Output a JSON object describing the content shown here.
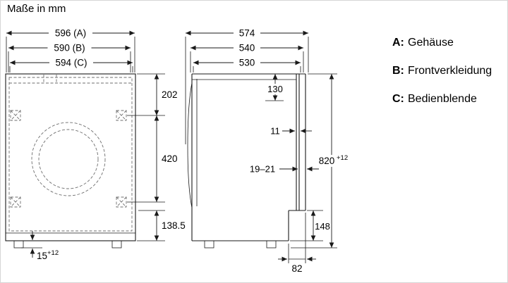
{
  "title": "Maße in mm",
  "front_view": {
    "width_total": "596 (A)",
    "width_front": "590 (B)",
    "width_panel": "594 (C)",
    "top_to_upper_screws": "202",
    "screw_spacing": "420",
    "lower_section": "138.5",
    "foot_height": "15",
    "foot_height_tol": "+12"
  },
  "side_view": {
    "depth_total": "574",
    "depth_mid": "540",
    "depth_body": "530",
    "top_recess": "130",
    "gap": "11",
    "panel_thickness": "19–21",
    "height": "820",
    "height_tol": "+12",
    "base_height": "148",
    "base_depth": "82"
  },
  "legend": {
    "item_a_key": "A:",
    "item_a_label": "Gehäuse",
    "item_b_key": "B:",
    "item_b_label": "Frontverkleidung",
    "item_c_key": "C:",
    "item_c_label": "Bedienblende"
  }
}
